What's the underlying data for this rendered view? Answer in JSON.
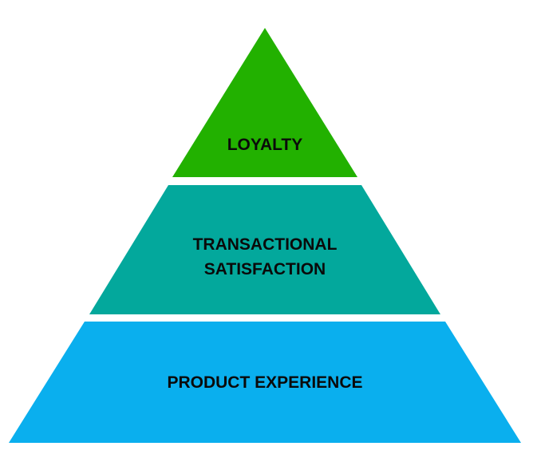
{
  "pyramid": {
    "levels": [
      {
        "lines": [
          "LOYALTY"
        ],
        "color": "#22b100"
      },
      {
        "lines": [
          "TRANSACTIONAL",
          "SATISFACTION"
        ],
        "color": "#03a89c"
      },
      {
        "lines": [
          "PRODUCT EXPERIENCE"
        ],
        "color": "#0aafee"
      }
    ]
  }
}
